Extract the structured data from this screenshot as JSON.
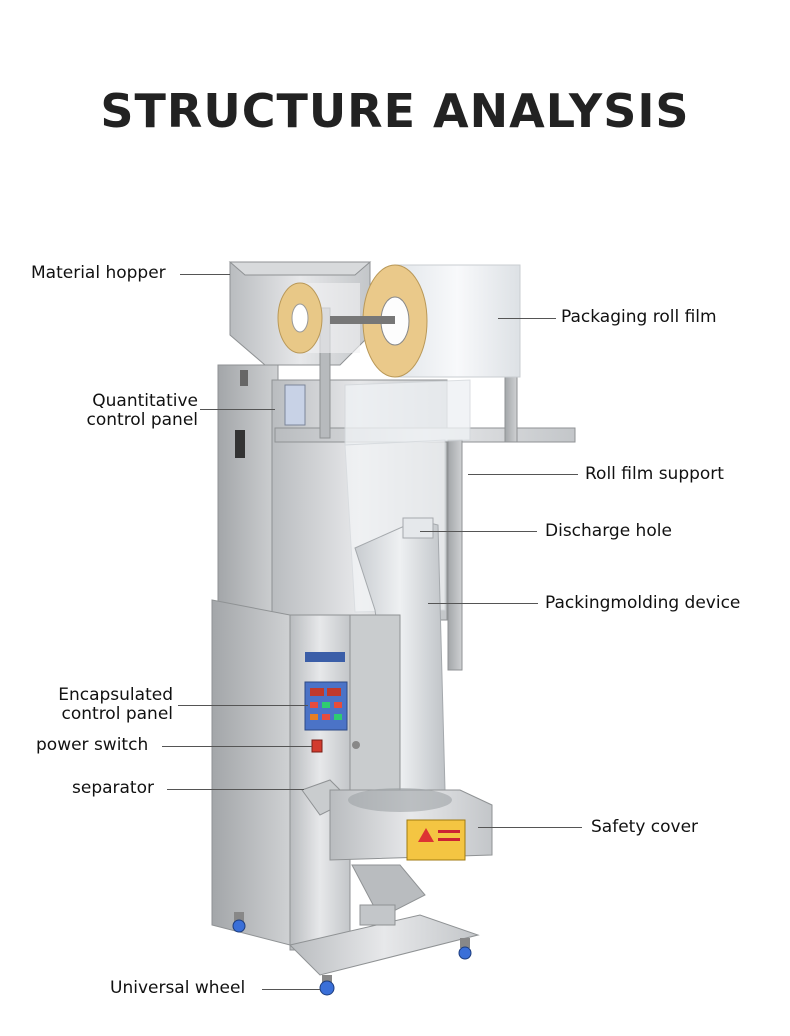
{
  "title": "STRUCTURE ANALYSIS",
  "labels": {
    "material_hopper": "Material hopper",
    "quantitative_control_panel_1": "Quantitative",
    "quantitative_control_panel_2": "control panel",
    "encapsulated_control_panel_1": "Encapsulated",
    "encapsulated_control_panel_2": "control panel",
    "power_switch": "power switch",
    "separator": "separator",
    "universal_wheel": "Universal wheel",
    "packaging_roll_film": "Packaging roll film",
    "roll_film_support": "Roll film support",
    "discharge_hole": "Discharge hole",
    "packing_molding_device": "Packingmolding device",
    "safety_cover": "Safety cover"
  }
}
